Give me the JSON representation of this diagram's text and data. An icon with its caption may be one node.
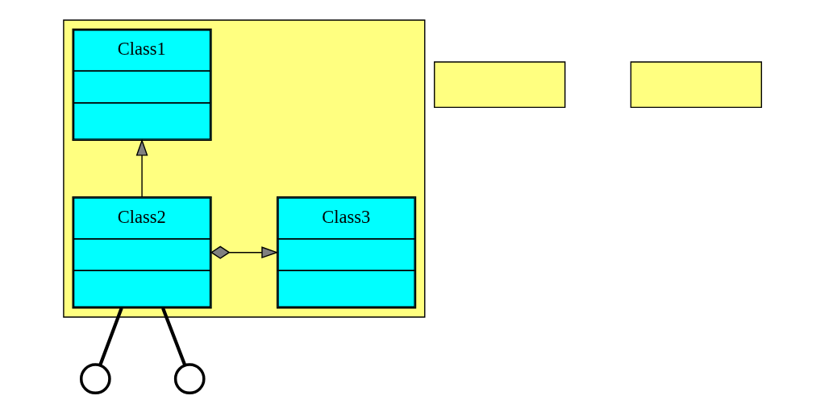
{
  "diagram": {
    "nodes": [
      {
        "text": [],
        "shape": "box"
      },
      {
        "text": [],
        "shape": "box"
      },
      {
        "text": [],
        "shape": "box"
      },
      {
        "text": [
          "Class1"
        ],
        "in": 0
      },
      {
        "text": [
          "Class2"
        ],
        "in": 0
      },
      {
        "text": [
          "Class3"
        ],
        "in": 0
      },
      {
        "text": [],
        "shape": "semicircle"
      },
      {
        "text": [],
        "shape": "semicircle"
      }
    ],
    "edges": [
      {
        "from": 4,
        "to": 3,
        "arrow": "to"
      },
      {
        "from": 4,
        "to": 5,
        "arrow": "to"
      },
      {
        "from": 4,
        "to": 6,
        "arrow": "none",
        "style": "thick"
      },
      {
        "from": 4,
        "to": 7,
        "arrow": "none",
        "style": "thick"
      }
    ]
  }
}
